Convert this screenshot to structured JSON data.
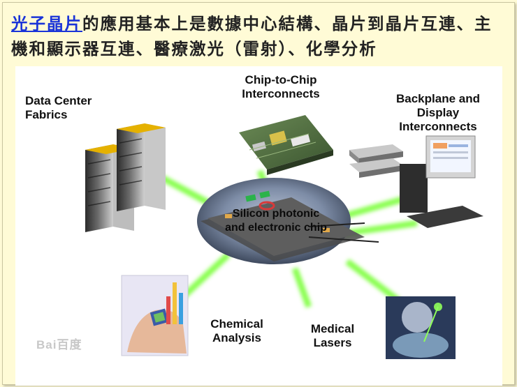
{
  "headline": {
    "link_text": "光子晶片",
    "text": "的應用基本上是數據中心結構、晶片到晶片互連、主機和顯示器互連、醫療激光（雷射）、化學分析"
  },
  "diagram": {
    "center_label": "Silicon photonic\nand electronic chip",
    "nodes": {
      "data_center": "Data Center\nFabrics",
      "chip_to_chip": "Chip-to-Chip\nInterconnects",
      "backplane": "Backplane and\nDisplay\nInterconnects",
      "chemical": "Chemical\nAnalysis",
      "medical": "Medical\nLasers"
    },
    "watermark": "Bai百度"
  },
  "colors": {
    "background": "#fffbd6",
    "link": "#1a34d8",
    "beam": "#7dff3a"
  }
}
